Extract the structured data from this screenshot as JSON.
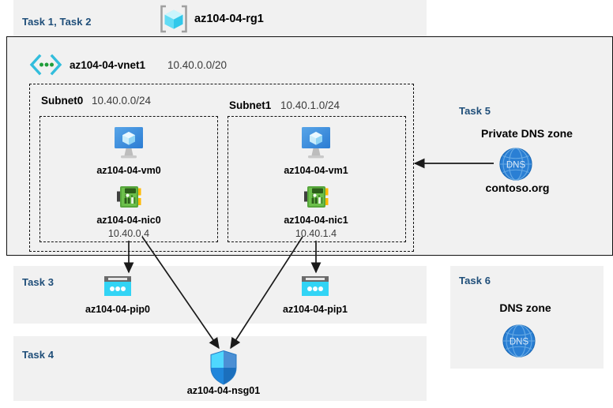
{
  "diagram": {
    "title_area": {
      "task_label": "Task 1, Task 2",
      "resource_group_name": "az104-04-rg1",
      "resource_group_icon": "resource-group-cube-icon"
    },
    "vnet": {
      "icon": "virtual-network-icon",
      "name": "az104-04-vnet1",
      "address_space": "10.40.0.0/20"
    },
    "subnets": [
      {
        "name": "Subnet0",
        "address_prefix": "10.40.0.0/24",
        "vm": {
          "icon": "virtual-machine-icon",
          "name": "az104-04-vm0"
        },
        "nic": {
          "icon": "network-interface-icon",
          "name": "az104-04-nic0",
          "private_ip": "10.40.0.4"
        }
      },
      {
        "name": "Subnet1",
        "address_prefix": "10.40.1.0/24",
        "vm": {
          "icon": "virtual-machine-icon",
          "name": "az104-04-vm1"
        },
        "nic": {
          "icon": "network-interface-icon",
          "name": "az104-04-nic1",
          "private_ip": "10.40.1.4"
        }
      }
    ],
    "task3": {
      "task_label": "Task 3",
      "public_ips": [
        {
          "icon": "public-ip-address-icon",
          "name": "az104-04-pip0"
        },
        {
          "icon": "public-ip-address-icon",
          "name": "az104-04-pip1"
        }
      ]
    },
    "task4": {
      "task_label": "Task 4",
      "nsg": {
        "icon": "network-security-group-shield-icon",
        "name": "az104-04-nsg01"
      }
    },
    "task5": {
      "task_label": "Task 5",
      "heading": "Private DNS zone",
      "icon": "dns-zone-globe-icon",
      "icon_text": "DNS",
      "zone_name": "contoso.org"
    },
    "task6": {
      "task_label": "Task 6",
      "heading": "DNS zone",
      "icon": "dns-zone-globe-icon",
      "icon_text": "DNS"
    },
    "colors": {
      "task_label": "#1f4e79",
      "panel_background": "#f1f1f1",
      "page_background": "#ffffff",
      "azure_blue": "#0078d4",
      "cube_cyan": "#50e6ff",
      "nic_green": "#5e9e3e",
      "pip_cyan": "#32d4f5",
      "dns_blue": "#1f7fd4",
      "stroke": "#111111"
    }
  }
}
